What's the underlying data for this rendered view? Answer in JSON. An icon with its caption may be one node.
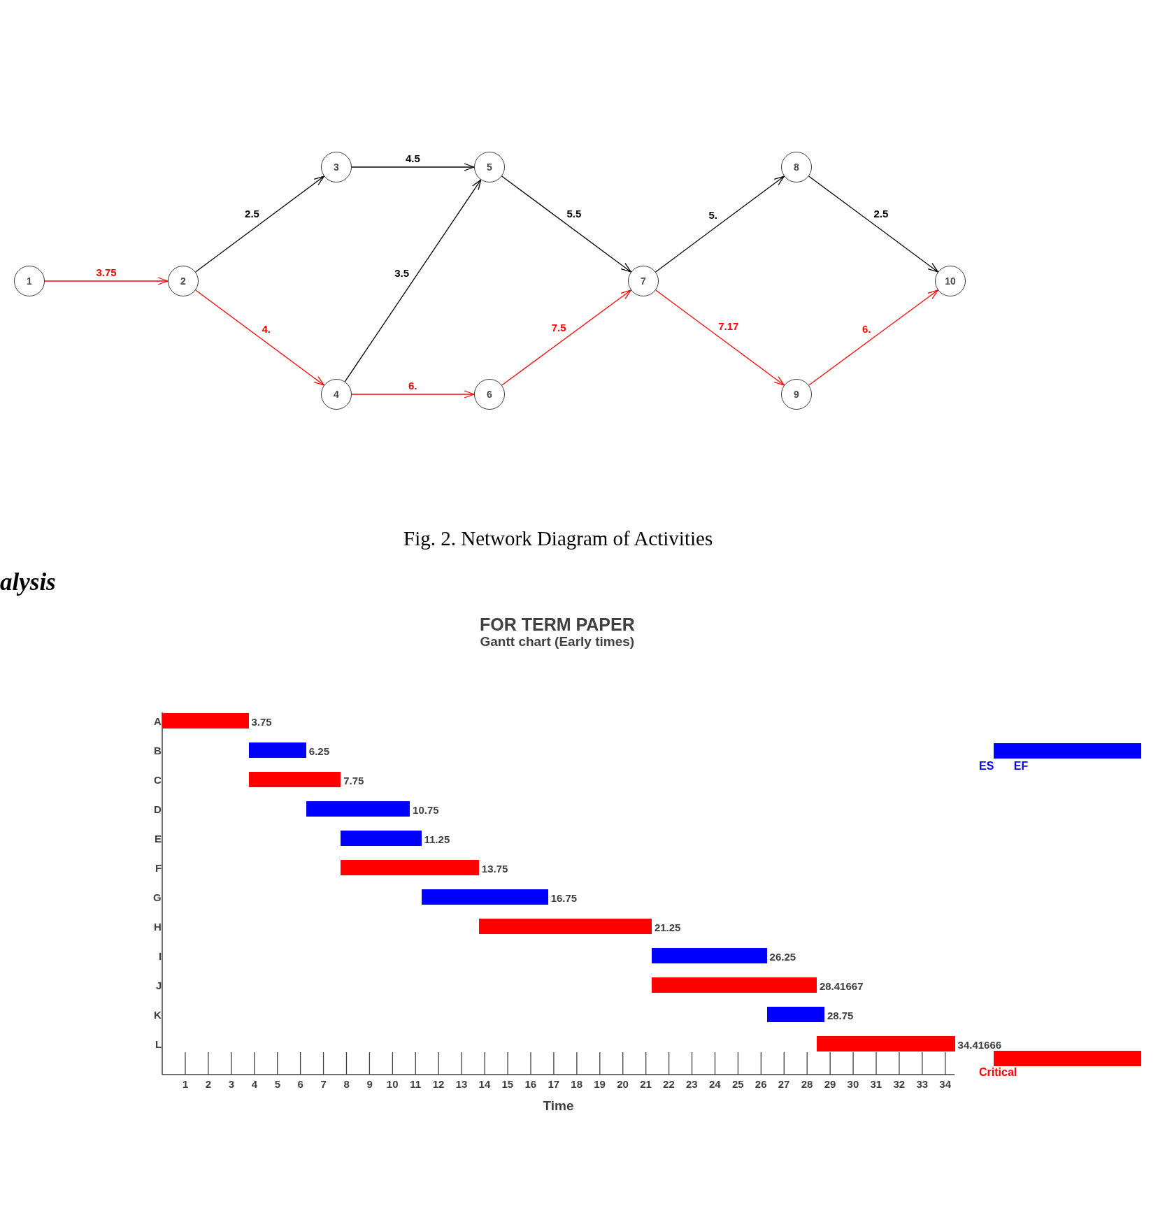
{
  "diagram": {
    "caption": "Fig. 2. Network Diagram of Activities",
    "nodes": [
      {
        "text": [
          "1"
        ]
      },
      {
        "text": [
          "2"
        ]
      },
      {
        "text": [
          "3"
        ]
      },
      {
        "text": [
          "4"
        ]
      },
      {
        "text": [
          "5"
        ]
      },
      {
        "text": [
          "6"
        ]
      },
      {
        "text": [
          "7"
        ]
      },
      {
        "text": [
          "8"
        ]
      },
      {
        "text": [
          "9"
        ]
      },
      {
        "text": [
          "10"
        ]
      },
      {
        "text": [],
        "shape": "bar",
        "beside": [
          "3.75"
        ]
      },
      {
        "text": [],
        "shape": "bar",
        "beside": [
          "6.25"
        ]
      },
      {
        "text": [],
        "shape": "bar",
        "beside": [
          "7.75"
        ]
      },
      {
        "text": [],
        "shape": "bar",
        "beside": [
          "10.75"
        ]
      },
      {
        "text": [],
        "shape": "bar",
        "beside": [
          "11.25"
        ]
      },
      {
        "text": [],
        "shape": "bar",
        "beside": [
          "13.75"
        ]
      },
      {
        "text": [],
        "shape": "bar",
        "beside": [
          "16.75"
        ]
      },
      {
        "text": [],
        "shape": "bar",
        "beside": [
          "21.25"
        ]
      },
      {
        "text": [],
        "shape": "bar",
        "beside": [
          "26.25"
        ]
      },
      {
        "text": [],
        "shape": "bar",
        "beside": [
          "28.41667"
        ]
      },
      {
        "text": [],
        "shape": "bar",
        "beside": [
          "28.75"
        ]
      },
      {
        "text": [],
        "shape": "bar",
        "beside": [
          "34.41666"
        ]
      }
    ],
    "edges": [
      {
        "from": 0,
        "to": 1,
        "arrow": "to",
        "label": "3.75",
        "color": "#ff0000"
      },
      {
        "from": 1,
        "to": 2,
        "arrow": "to",
        "label": "2.5",
        "color": "#000000"
      },
      {
        "from": 1,
        "to": 3,
        "arrow": "to",
        "label": "4.",
        "color": "#ff0000"
      },
      {
        "from": 2,
        "to": 4,
        "arrow": "to",
        "label": "4.5",
        "color": "#000000"
      },
      {
        "from": 3,
        "to": 4,
        "arrow": "to",
        "label": "3.5",
        "color": "#000000"
      },
      {
        "from": 3,
        "to": 5,
        "arrow": "to",
        "label": "6.",
        "color": "#ff0000"
      },
      {
        "from": 4,
        "to": 6,
        "arrow": "to",
        "label": "5.5",
        "color": "#000000"
      },
      {
        "from": 5,
        "to": 6,
        "arrow": "to",
        "label": "7.5",
        "color": "#ff0000"
      },
      {
        "from": 6,
        "to": 7,
        "arrow": "to",
        "label": "5.",
        "color": "#000000"
      },
      {
        "from": 6,
        "to": 8,
        "arrow": "to",
        "label": "7.17",
        "color": "#ff0000"
      },
      {
        "from": 7,
        "to": 9,
        "arrow": "to",
        "label": "2.5",
        "color": "#000000"
      },
      {
        "from": 8,
        "to": 9,
        "arrow": "to",
        "label": "6.",
        "color": "#ff0000"
      }
    ],
    "labels": [
      "alysis",
      "FOR TERM PAPER",
      "Gantt chart (Early times)",
      "A",
      "B",
      "C",
      "D",
      "E",
      "F",
      "G",
      "H",
      "I",
      "J",
      "K",
      "L",
      "1",
      "2",
      "3",
      "4",
      "5",
      "6",
      "7",
      "8",
      "9",
      "10",
      "11",
      "12",
      "13",
      "14",
      "15",
      "16",
      "17",
      "18",
      "19",
      "20",
      "21",
      "22",
      "23",
      "24",
      "25",
      "26",
      "27",
      "28",
      "29",
      "30",
      "31",
      "32",
      "33",
      "34",
      "Time"
    ],
    "legend": [
      {
        "text": "ES EF",
        "color": "#0000ff"
      },
      {
        "text": "Critical",
        "color": "#ff0000"
      }
    ]
  }
}
